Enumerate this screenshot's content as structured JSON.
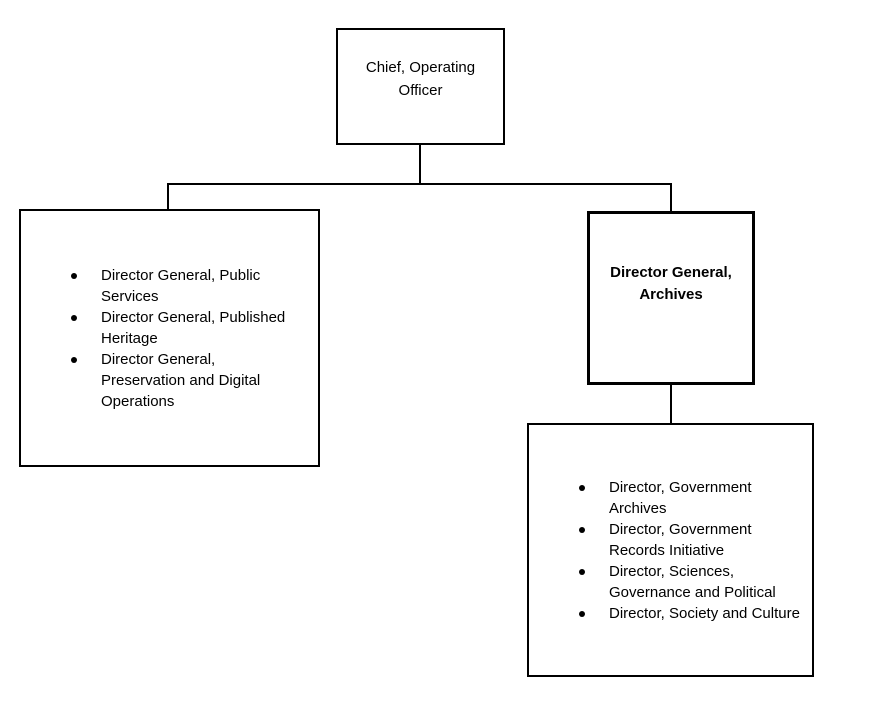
{
  "org_chart": {
    "root_box": {
      "label": "Chief, Operating Officer"
    },
    "left_group_box": {
      "items": [
        "Director General, Public Services",
        "Director General, Published Heritage",
        "Director General, Preservation and Digital Operations"
      ]
    },
    "archives_box": {
      "label": "Director General, Archives"
    },
    "archives_group_box": {
      "items": [
        "Director, Government Archives",
        "Director, Government Records Initiative",
        "Director, Sciences, Governance and Political",
        "Director, Society and Culture"
      ]
    },
    "colors": {
      "line": "#000000",
      "text": "#000000",
      "background": "#ffffff"
    }
  }
}
